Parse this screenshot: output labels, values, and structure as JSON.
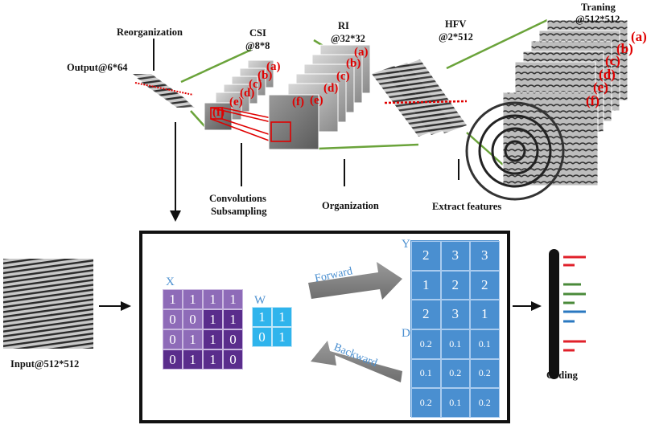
{
  "labels": {
    "reorganization": "Reorganization",
    "csi_title": "CSI",
    "csi_size": "@8*8",
    "ri_title": "RI",
    "ri_size": "@32*32",
    "hfv_title": "HFV",
    "hfv_size": "@2*512",
    "training_title": "Traning",
    "training_size": "@512*512",
    "output": "Output@6*64",
    "conv1": "Convolutions",
    "conv2": "Subsampling",
    "organization": "Organization",
    "extract": "Extract features",
    "input": "Input@512*512",
    "coding": "Coding"
  },
  "stack_labels": [
    "(a)",
    "(b)",
    "(c)",
    "(d)",
    "(e)",
    "(f)"
  ],
  "matrix_x": {
    "name": "X",
    "rows": [
      [
        "1",
        "1",
        "1",
        "1"
      ],
      [
        "0",
        "0",
        "1",
        "1"
      ],
      [
        "0",
        "1",
        "1",
        "0"
      ],
      [
        "0",
        "1",
        "1",
        "0"
      ]
    ]
  },
  "matrix_w": {
    "name": "W",
    "rows": [
      [
        "1",
        "1"
      ],
      [
        "0",
        "1"
      ]
    ]
  },
  "matrix_y": {
    "name": "Y",
    "rows": [
      [
        "2",
        "3",
        "3"
      ],
      [
        "1",
        "2",
        "2"
      ],
      [
        "2",
        "3",
        "1"
      ]
    ]
  },
  "matrix_d": {
    "name": "D",
    "rows": [
      [
        "0.2",
        "0.1",
        "0.1"
      ],
      [
        "0.1",
        "0.2",
        "0.2"
      ],
      [
        "0.2",
        "0.1",
        "0.2"
      ]
    ]
  },
  "arrows": {
    "forward": "Forward",
    "backward": "Backward"
  },
  "colors": {
    "purple_dark": "#5a2d8c",
    "purple_light": "#8e6bb8",
    "blue_light": "#2fb4ec",
    "blue_matrix": "#4a8fd0",
    "green_line": "#6aa33a",
    "red_label": "#e00000",
    "coding_red": "#e0202a",
    "coding_green": "#4a8a3a",
    "coding_blue": "#2a78c0"
  }
}
